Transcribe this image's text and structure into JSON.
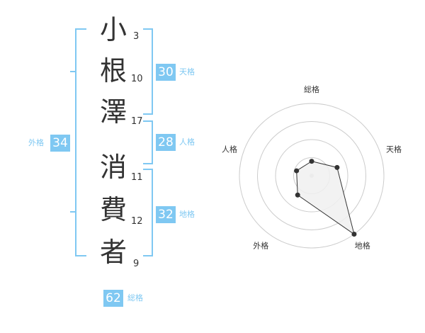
{
  "name": {
    "characters": [
      {
        "char": "小",
        "strokes": "3"
      },
      {
        "char": "根",
        "strokes": "10"
      },
      {
        "char": "澤",
        "strokes": "17"
      },
      {
        "char": "消",
        "strokes": "11"
      },
      {
        "char": "費",
        "strokes": "12"
      },
      {
        "char": "者",
        "strokes": "9"
      }
    ]
  },
  "kakusu": {
    "tenkaku": {
      "label": "天格",
      "value": "30"
    },
    "jinkaku": {
      "label": "人格",
      "value": "28"
    },
    "chikaku": {
      "label": "地格",
      "value": "32"
    },
    "gaikaku": {
      "label": "外格",
      "value": "34"
    },
    "soukaku": {
      "label": "総格",
      "value": "62"
    }
  },
  "chart_data": {
    "type": "radar",
    "axes": [
      "総格",
      "天格",
      "地格",
      "外格",
      "人格"
    ],
    "values": [
      0.2,
      0.37,
      1.0,
      0.33,
      0.22
    ],
    "range": [
      0,
      1
    ],
    "rings": 4
  },
  "colors": {
    "accent": "#7fc8f2",
    "text": "#333333",
    "grid": "#cccccc",
    "fill": "#f0f0f0",
    "line": "#333333"
  }
}
